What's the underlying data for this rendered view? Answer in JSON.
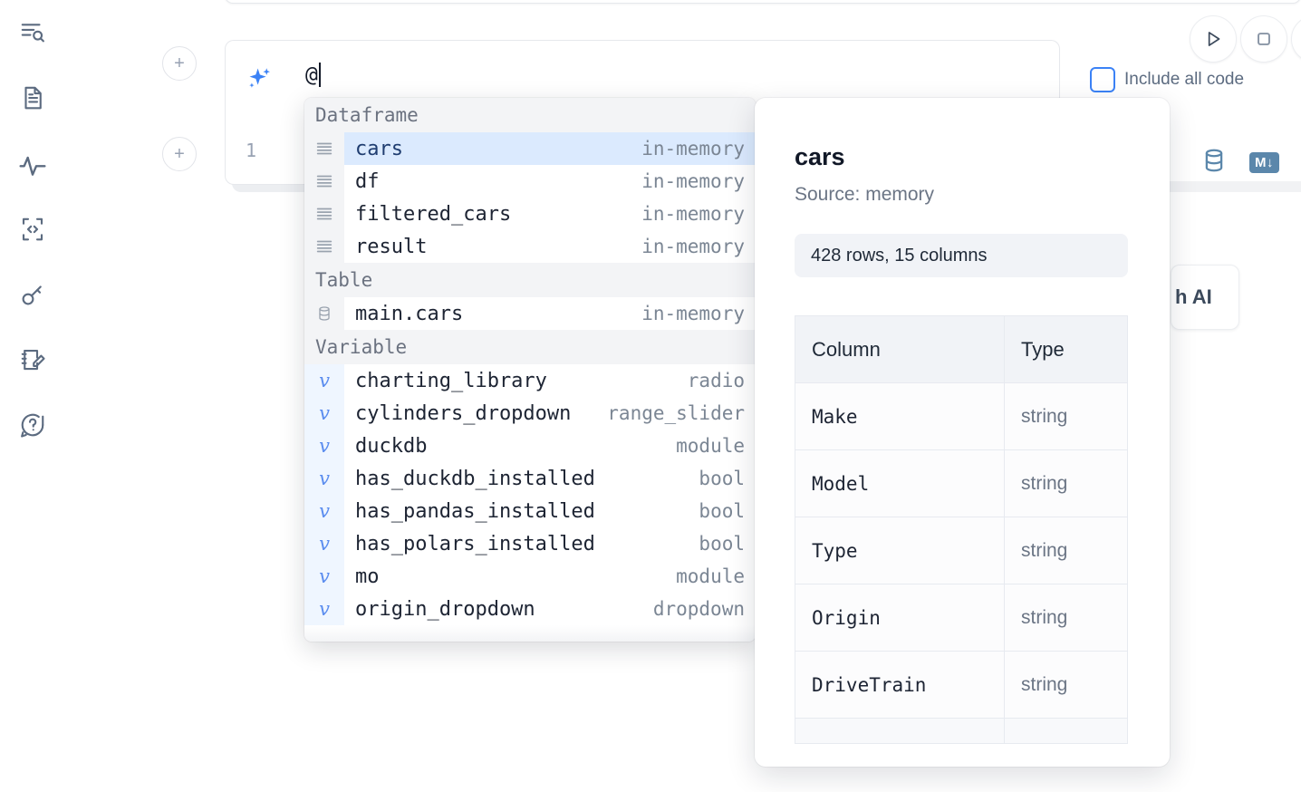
{
  "sidebar": {
    "items": [
      {
        "name": "search-outline-icon",
        "label": "Outline search"
      },
      {
        "name": "file-text-icon",
        "label": "Notebook file"
      },
      {
        "name": "activity-icon",
        "label": "Activity"
      },
      {
        "name": "code-brackets-icon",
        "label": "Snippets"
      },
      {
        "name": "key-icon",
        "label": "Secrets"
      },
      {
        "name": "notebook-edit-icon",
        "label": "Scratchpad"
      },
      {
        "name": "help-chat-icon",
        "label": "Help"
      }
    ]
  },
  "toolbar": {
    "add_cell_label": "+",
    "run_label": "▷",
    "stop_label": "▢",
    "include_all_code_label": "Include all code",
    "include_all_code_checked": false,
    "hidden_ai_button_label": "h AI"
  },
  "prompt": {
    "value": "@",
    "sparkle_icon": "sparkles-icon"
  },
  "code_cell": {
    "line_number": "1",
    "database_icon": "database-icon",
    "markdown_badge": "M↓"
  },
  "autocomplete": {
    "groups": [
      {
        "label": "Dataframe",
        "gutter_kind": "dataframe",
        "items": [
          {
            "name": "cars",
            "type": "in-memory",
            "selected": true
          },
          {
            "name": "df",
            "type": "in-memory",
            "selected": false
          },
          {
            "name": "filtered_cars",
            "type": "in-memory",
            "selected": false
          },
          {
            "name": "result",
            "type": "in-memory",
            "selected": false
          }
        ]
      },
      {
        "label": "Table",
        "gutter_kind": "table",
        "items": [
          {
            "name": "main.cars",
            "type": "in-memory",
            "selected": false
          }
        ]
      },
      {
        "label": "Variable",
        "gutter_kind": "variable",
        "items": [
          {
            "name": "charting_library",
            "type": "radio",
            "selected": false
          },
          {
            "name": "cylinders_dropdown",
            "type": "range_slider",
            "selected": false
          },
          {
            "name": "duckdb",
            "type": "module",
            "selected": false
          },
          {
            "name": "has_duckdb_installed",
            "type": "bool",
            "selected": false
          },
          {
            "name": "has_pandas_installed",
            "type": "bool",
            "selected": false
          },
          {
            "name": "has_polars_installed",
            "type": "bool",
            "selected": false
          },
          {
            "name": "mo",
            "type": "module",
            "selected": false
          },
          {
            "name": "origin_dropdown",
            "type": "dropdown",
            "selected": false
          }
        ]
      }
    ]
  },
  "detail_panel": {
    "title": "cars",
    "source": "Source: memory",
    "shape": "428 rows, 15 columns",
    "table": {
      "headers": [
        "Column",
        "Type"
      ],
      "rows": [
        [
          "Make",
          "string"
        ],
        [
          "Model",
          "string"
        ],
        [
          "Type",
          "string"
        ],
        [
          "Origin",
          "string"
        ],
        [
          "DriveTrain",
          "string"
        ]
      ]
    }
  },
  "colors": {
    "accent": "#3b82f6",
    "selection": "#dbeafe",
    "gutter": "#f3f4f6",
    "variable_gutter": "#eff6ff",
    "muted_text": "#7b8694",
    "badge": "#5b87ab"
  }
}
